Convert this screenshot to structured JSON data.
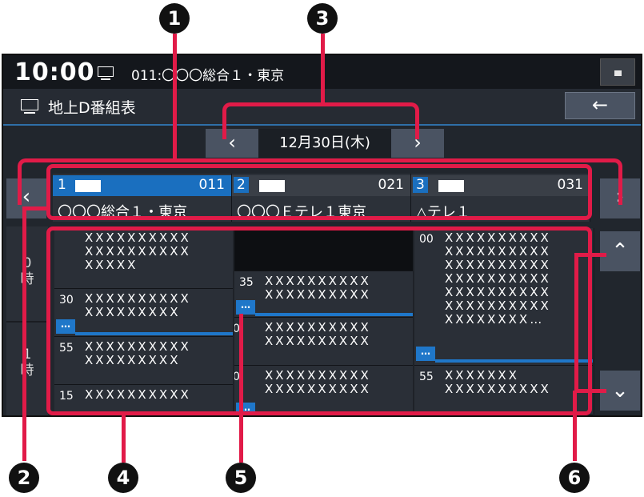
{
  "status_bar": {
    "time": "10:00",
    "channel": "011:〇〇〇総合１・東京"
  },
  "title_bar": {
    "title": "地上D番組表",
    "back_label": "←"
  },
  "date_nav": {
    "prev_label": "‹",
    "date": "12月30日(木)",
    "next_label": "›"
  },
  "channel_nav": {
    "prev_label": "‹",
    "next_label": "›"
  },
  "channels": [
    {
      "num": "1",
      "code": "011",
      "name": "〇〇〇総合１・東京"
    },
    {
      "num": "2",
      "code": "021",
      "name": "〇〇〇Ｅテレ１東京"
    },
    {
      "num": "3",
      "code": "031",
      "name": "△テレ１"
    }
  ],
  "hours": [
    {
      "digit": "0",
      "unit": "時"
    },
    {
      "digit": "1",
      "unit": "時"
    }
  ],
  "programs": {
    "col1": [
      {
        "min": "",
        "title": "XXXXXXXXXX\nXXXXXXXXXX\nXXXXX"
      },
      {
        "min": "30",
        "title": "XXXXXXXXXX\nXXXXXXXXX"
      },
      {
        "min": "55",
        "title": "XXXXXXXXXX\nXXXXXXXXX"
      },
      {
        "min": "15",
        "title": "XXXXXXXXXX"
      }
    ],
    "col2": [
      {
        "min": "35",
        "title": "XXXXXXXXXX\nXXXXXXXXXX"
      },
      {
        "min": "0",
        "title": "XXXXXXXXXX\nXXXXXXXXXX"
      },
      {
        "min": "0",
        "title": "XXXXXXXXXX\nXXXXXXXXXX"
      }
    ],
    "col3": [
      {
        "min": "00",
        "title": "XXXXXXXXXX\nXXXXXXXXXX\nXXXXXXXXXX\nXXXXXXXXXX\nXXXXXXXXXX\nXXXXXXXXXX\nXXXXXXXX…"
      },
      {
        "min": "55",
        "title": "XXXXXXX\nXXXXXXXXXX"
      }
    ]
  },
  "more_label": "…",
  "scroll": {
    "up_label": "⌃",
    "down_label": "⌄"
  },
  "annotations": [
    "1",
    "2",
    "3",
    "4",
    "5",
    "6"
  ]
}
